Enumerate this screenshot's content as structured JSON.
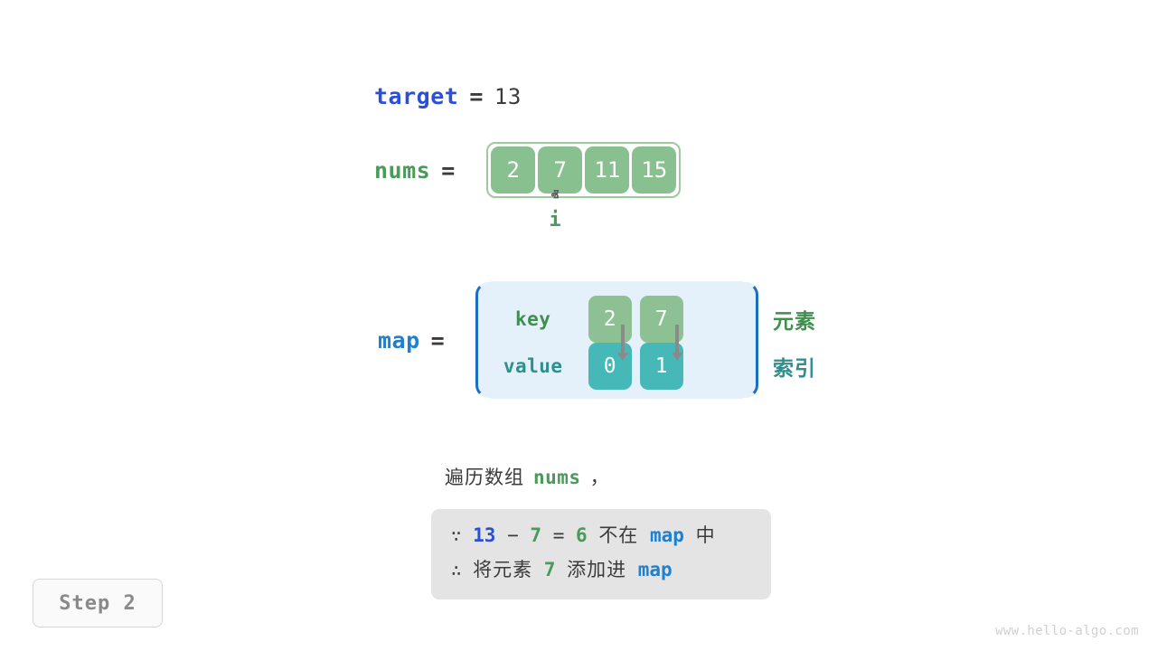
{
  "target": {
    "name": "target",
    "equals": "=",
    "value": "13"
  },
  "nums": {
    "name": "nums",
    "equals": "=",
    "cells": [
      "2",
      "7",
      "11",
      "15"
    ]
  },
  "pointer": {
    "caret": "ⱏ",
    "label": "i",
    "index": 1
  },
  "map": {
    "name": "map",
    "equals": "=",
    "key_label": "key",
    "value_label": "value",
    "keys": [
      "2",
      "7"
    ],
    "values": [
      "0",
      "1"
    ],
    "legend_element": "元素",
    "legend_index": "索引"
  },
  "caption": {
    "prefix": "遍历数组",
    "code": "nums",
    "suffix": "，"
  },
  "reasoning": {
    "line1": {
      "symbol": "∵",
      "a": "13",
      "minus": "−",
      "b": "7",
      "eq": "=",
      "result": "6",
      "text_mid": "不在",
      "map": "map",
      "text_end": "中"
    },
    "line2": {
      "symbol": "∴",
      "text_start": "将元素",
      "num": "7",
      "text_mid": "添加进",
      "map": "map"
    }
  },
  "step_badge": "Step 2",
  "watermark": "www.hello-algo.com",
  "colors": {
    "blue_target": "#2b4fd7",
    "blue_map": "#2080d0",
    "green_nums": "#4a9a5a",
    "green_cell": "#89c08f",
    "teal_cell": "#46b8b8",
    "map_box_bg": "#e4f0fa",
    "map_box_border": "#1a6fc4",
    "reason_box_bg": "#e4e4e4",
    "arrow_gray": "#8a8a8a"
  }
}
